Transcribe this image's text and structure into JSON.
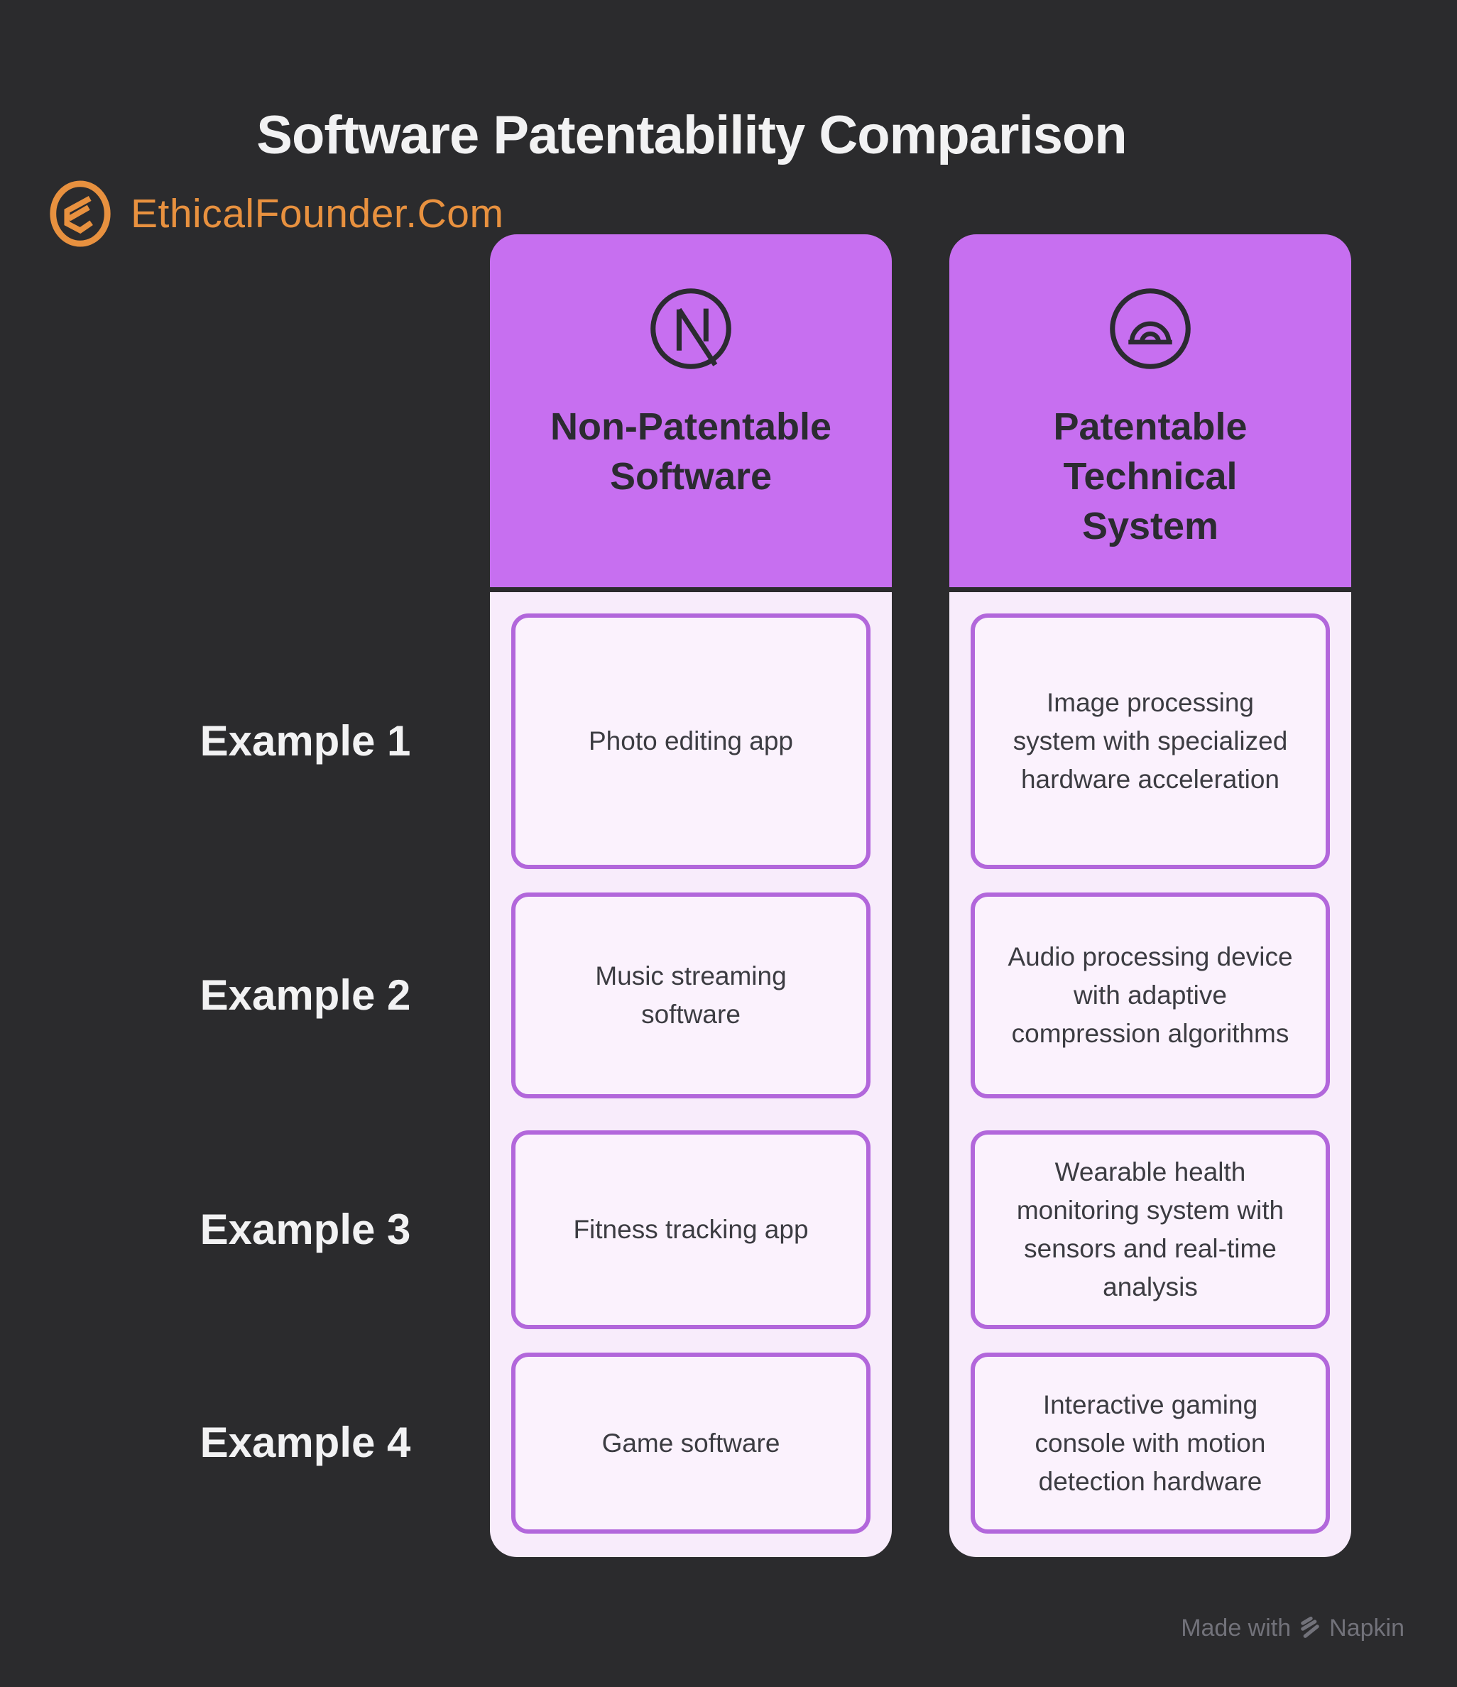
{
  "title": "Software Patentability Comparison",
  "brand": {
    "label": "EthicalFounder.Com",
    "icon": "ethicalfounder-logo-icon",
    "color": "#E8913F"
  },
  "comparison": {
    "row_labels": [
      "Example 1",
      "Example 2",
      "Example 3",
      "Example 4"
    ],
    "columns": [
      {
        "header": "Non-Patentable Software",
        "icon": "no-symbol-icon",
        "cells": [
          "Photo editing app",
          "Music streaming software",
          "Fitness tracking app",
          "Game software"
        ]
      },
      {
        "header": "Patentable Technical System",
        "icon": "protractor-icon",
        "cells": [
          "Image processing system with specialized hardware acceleration",
          "Audio processing device with adaptive compression algorithms",
          "Wearable health monitoring system with sensors and real-time analysis",
          "Interactive gaming console with motion detection hardware"
        ]
      }
    ]
  },
  "footer": {
    "made_with": "Made with",
    "brand": "Napkin",
    "icon": "napkin-logo-icon"
  },
  "colors": {
    "background": "#2B2B2D",
    "header_fill": "#C76FF0",
    "panel_fill": "#F8ECFB",
    "cell_fill": "#FBF2FD",
    "cell_border": "#B267DB",
    "accent_orange": "#E8913F",
    "title_text": "#F2F2F3",
    "dark_text": "#2B2B31",
    "footer_text": "#72727A"
  }
}
